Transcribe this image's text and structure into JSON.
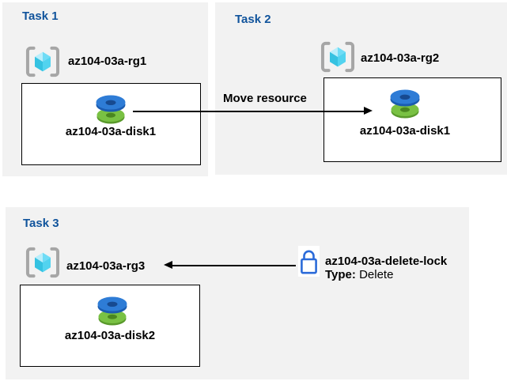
{
  "colors": {
    "panel_bg": "#f2f2f2",
    "task_label_blue": "#11549c",
    "box_border": "#000000",
    "arrow": "#000000",
    "lock_blue": "#2b6bd9",
    "disk_blue_top": "#2e7cd6",
    "disk_blue_side": "#1b5cb0",
    "disk_blue_hole": "#174a90",
    "disk_green_top": "#79c143",
    "disk_green_side": "#59992b",
    "disk_green_hole": "#4a8620",
    "rg_bracket_gray": "#a6a6a6",
    "cube_top_left": "#b9eefb",
    "cube_top_right": "#6fdcf6",
    "cube_bottom_left": "#35c2e1",
    "cube_bottom_right": "#52d3ef"
  },
  "tasks": [
    {
      "label": "Task 1",
      "resource_group": "az104-03a-rg1",
      "resource": "az104-03a-disk1"
    },
    {
      "label": "Task 2",
      "resource_group": "az104-03a-rg2",
      "resource": "az104-03a-disk1"
    },
    {
      "label": "Task 3",
      "resource_group": "az104-03a-rg3",
      "resource": "az104-03a-disk2"
    }
  ],
  "arrows": [
    {
      "label": "Move resource",
      "direction": "right",
      "from": "az104-03a-disk1",
      "to": "az104-03a-rg2"
    },
    {
      "label": "",
      "direction": "left",
      "from": "az104-03a-delete-lock",
      "to": "az104-03a-rg3"
    }
  ],
  "lock": {
    "name": "az104-03a-delete-lock",
    "type_label": "Type:",
    "type_value": "Delete"
  }
}
